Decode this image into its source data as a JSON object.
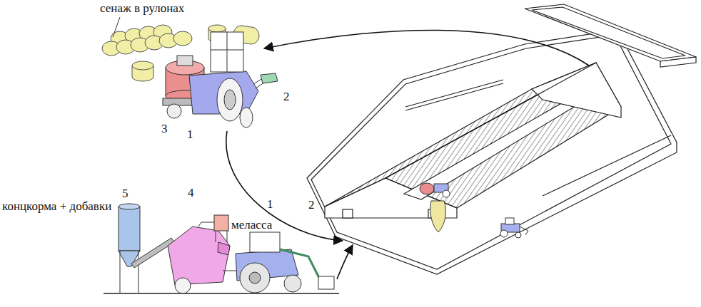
{
  "diagram": {
    "labels": [
      "сенаж в рулонах",
      "2",
      "3",
      "1",
      "концкорма + добавки",
      "5",
      "4",
      "меласса",
      "1",
      "2"
    ]
  }
}
